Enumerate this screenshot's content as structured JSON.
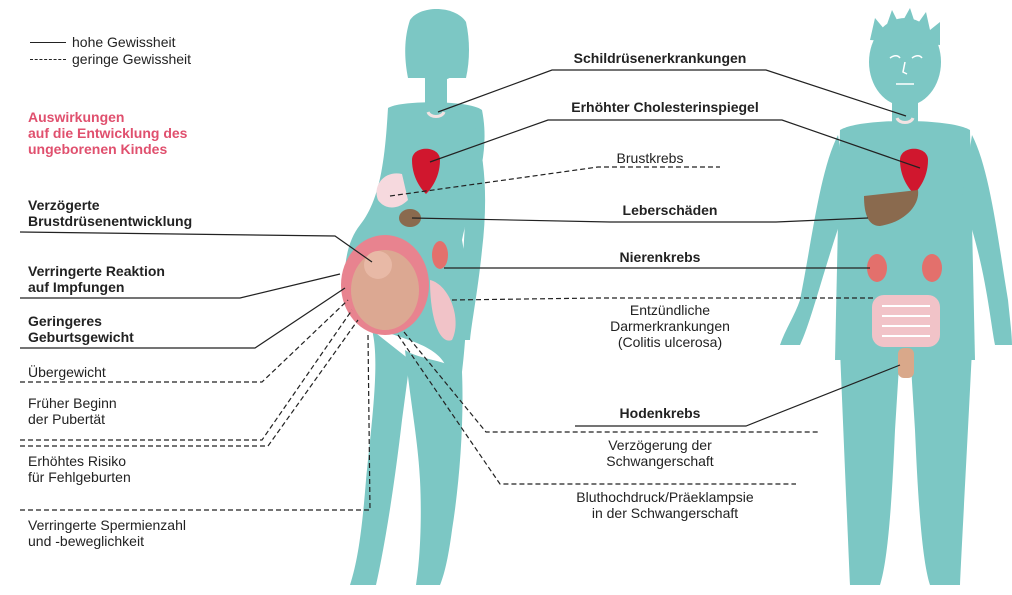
{
  "legend": {
    "solid": "hohe Gewissheit",
    "dashed": "geringe Gewissheit"
  },
  "fetal_heading": "Auswirkungen\nauf die Entwicklung des\nungeborenen Kindes",
  "left_labels": {
    "breast_dev": "Verzögerte\nBrustdrüsenentwicklung",
    "vaccine": "Verringerte Reaktion\nauf Impfungen",
    "birth_weight": "Geringeres\nGeburtsgewicht",
    "overweight": "Übergewicht",
    "puberty": "Früher Beginn\nder Pubertät",
    "miscarriage": "Erhöhtes Risiko\nfür Fehlgeburten",
    "sperm": "Verringerte Spermienzahl\nund -beweglichkeit"
  },
  "center_labels": {
    "thyroid": "Schildrüsenerkrankungen",
    "cholesterol": "Erhöhter Cholesterinspiegel",
    "breast_cancer": "Brustkrebs",
    "liver": "Leberschäden",
    "kidney": "Nierenkrebs",
    "colitis": "Entzündliche\nDarmerkrankungen\n(Colitis ulcerosa)",
    "testicular": "Hodenkrebs",
    "delay": "Verzögerung der\nSchwangerschaft",
    "preeclampsia": "Bluthochdruck/Präeklampsie\nin der Schwangerschaft"
  },
  "colors": {
    "body": "#7cc7c4",
    "pink_heading": "#e0506e",
    "heart": "#d0172e",
    "liver": "#8a6a4e",
    "kidney": "#e3706c",
    "fetus": "#dca892",
    "womb": "#e8838f",
    "breast": "#f6d9de",
    "intestine": "#f1c3c8"
  }
}
